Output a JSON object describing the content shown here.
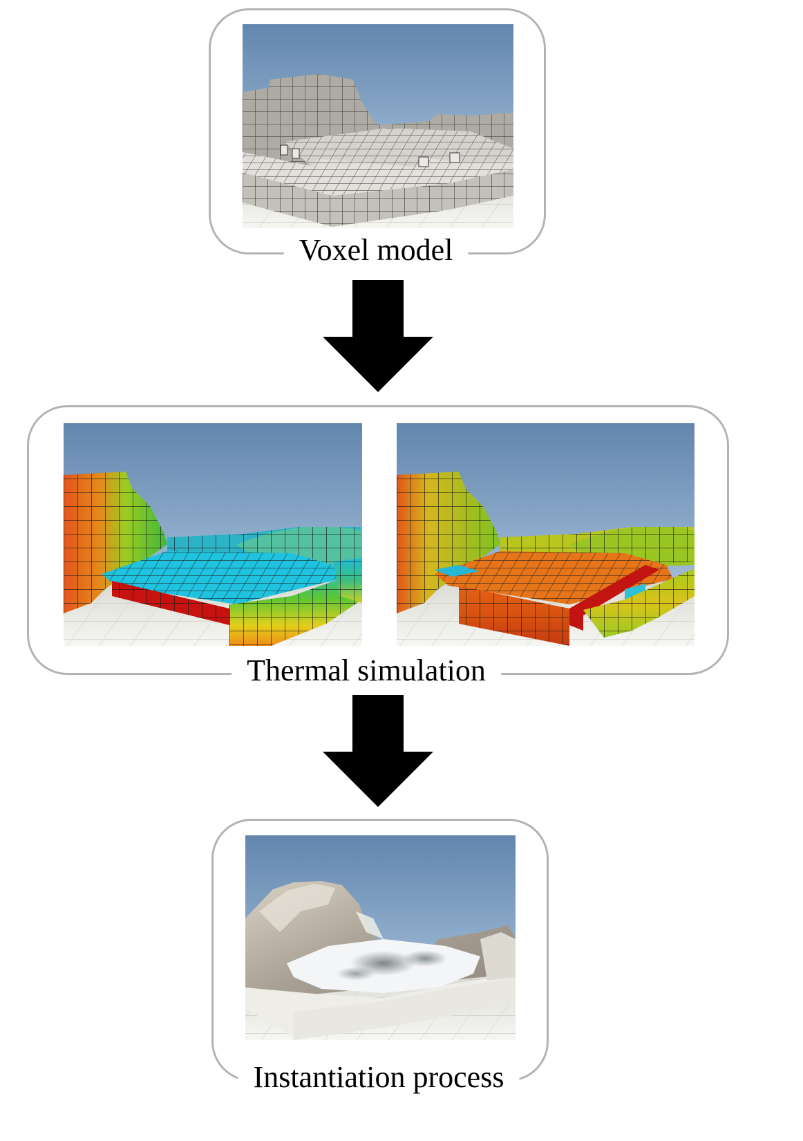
{
  "stages": [
    {
      "label": "Voxel model",
      "image": "voxel-terrain-render"
    },
    {
      "label": "Thermal simulation",
      "images": [
        "thermal-simulation-render-cool",
        "thermal-simulation-render-warm"
      ]
    },
    {
      "label": "Instantiation process",
      "image": "instantiated-snow-terrain-render"
    }
  ],
  "colors": {
    "frame_border": "#b3b3b3",
    "arrow": "#000000",
    "sky_top": "#6487b0",
    "sky_bottom": "#b7cfe6",
    "voxel_gray": "#c9c6c1",
    "thermal_cool": "#1fc6dc",
    "thermal_warm": "#ee6a12",
    "thermal_hot": "#d20f0f",
    "thermal_mid": "#8ccf1e",
    "snow": "#f2f4f6"
  }
}
